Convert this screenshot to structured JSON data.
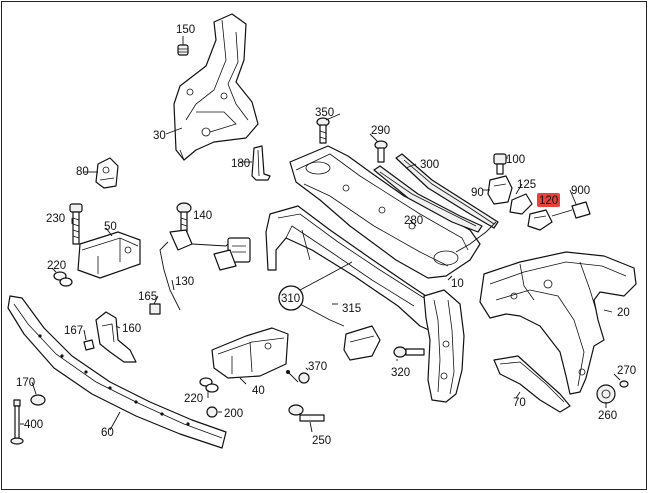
{
  "diagram": {
    "highlight_color": "#e8403a",
    "labels": {
      "l150": "150",
      "l30": "30",
      "l180": "180",
      "l350": "350",
      "l290": "290",
      "l300": "300",
      "l100": "100",
      "l80": "80",
      "l125": "125",
      "l90": "90",
      "l900": "900",
      "l120": "120",
      "l230": "230",
      "l140": "140",
      "l50": "50",
      "l280": "280",
      "l220a": "220",
      "l130": "130",
      "l10": "10",
      "l310": "310",
      "l315": "315",
      "l165": "165",
      "l20": "20",
      "l167": "167",
      "l160": "160",
      "l370": "370",
      "l320": "320",
      "l270": "270",
      "l170": "170",
      "l40": "40",
      "l220b": "220",
      "l200": "200",
      "l70": "70",
      "l260": "260",
      "l400": "400",
      "l60": "60",
      "l250": "250"
    }
  }
}
